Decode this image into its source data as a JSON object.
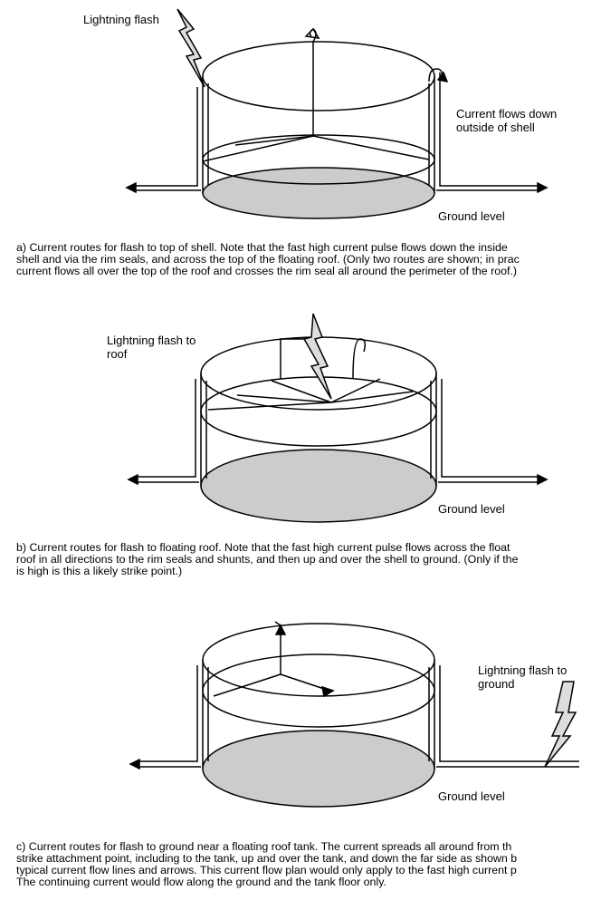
{
  "panel_a": {
    "labels": {
      "flash": "Lightning flash",
      "current_line1": "Current flows down",
      "current_line2": "outside of shell",
      "ground": "Ground level"
    },
    "caption": [
      "a)  Current routes for flash to top of shell.  Note that the fast high current pulse flows down the inside",
      "shell and via the rim seals, and across the top of the floating roof. (Only two routes are shown; in prac",
      "current flows all over the top of the roof and crosses the rim seal all around the perimeter of the roof.)"
    ]
  },
  "panel_b": {
    "labels": {
      "flash_line1": "Lightning flash to",
      "flash_line2": "roof",
      "ground": "Ground level"
    },
    "caption": [
      "b)  Current routes for flash to floating roof.  Note that the fast high current pulse flows across the float",
      "roof in all directions to the rim seals and shunts, and then up and over the shell to ground.  (Only if the",
      "is high is this a likely strike point.)"
    ]
  },
  "panel_c": {
    "labels": {
      "flash_line1": "Lightning flash to",
      "flash_line2": "ground",
      "ground": "Ground level"
    },
    "caption": [
      "c)  Current routes for flash to ground near a floating roof tank.  The current spreads all around from th",
      "strike attachment point, including to the tank, up and over the tank, and down the far side as shown b",
      "typical current flow lines and arrows.  This current flow plan would only apply to the fast high current p",
      "The continuing current would flow along the ground and the tank floor only."
    ]
  },
  "colors": {
    "floor_fill": "#cccccc",
    "line": "#000000"
  }
}
